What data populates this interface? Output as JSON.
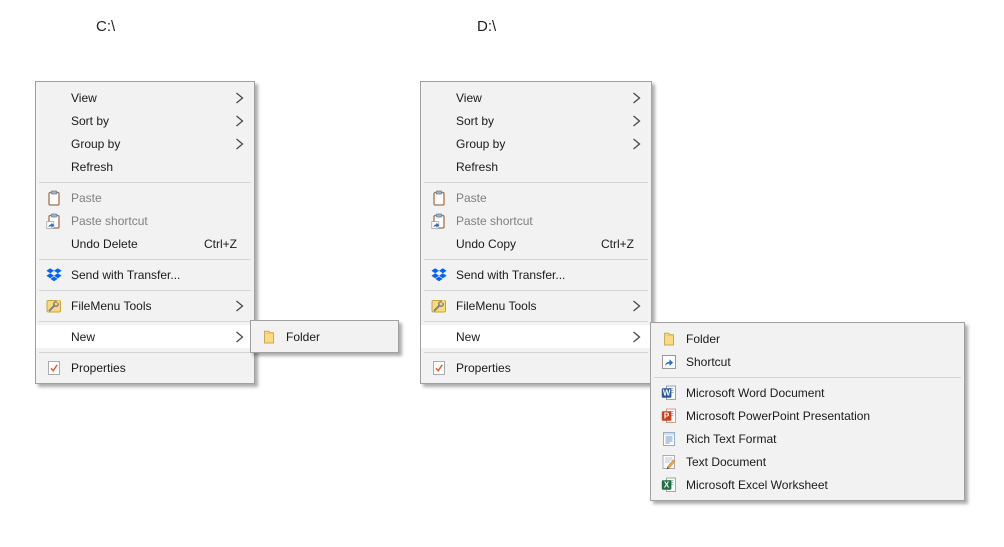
{
  "labels": {
    "c": "C:\\",
    "d": "D:\\"
  },
  "colors": {
    "menu_bg": "#f2f2f2",
    "menu_border": "#a0a0a0",
    "highlight_bg": "#ffffff",
    "text": "#1a1a1a",
    "disabled_text": "#7f7f7f",
    "separator": "#d4d4d4",
    "transfer_blue": "#0062ff",
    "word_blue": "#2b579a",
    "powerpoint_red": "#c8411f",
    "excel_green": "#1e7145",
    "folder_yellow": "#f8dc84"
  },
  "menus": {
    "c": {
      "items": [
        {
          "label": "View",
          "chevron": true
        },
        {
          "label": "Sort by",
          "chevron": true
        },
        {
          "label": "Group by",
          "chevron": true
        },
        {
          "label": "Refresh"
        },
        {
          "type": "separator"
        },
        {
          "label": "Paste",
          "icon": "paste-icon",
          "disabled": true
        },
        {
          "label": "Paste shortcut",
          "icon": "paste-shortcut-icon",
          "disabled": true
        },
        {
          "label": "Undo Delete",
          "shortcut": "Ctrl+Z"
        },
        {
          "type": "separator"
        },
        {
          "label": "Send with Transfer...",
          "icon": "transfer-icon"
        },
        {
          "type": "separator"
        },
        {
          "label": "FileMenu Tools",
          "icon": "filemenu-tools-icon",
          "chevron": true
        },
        {
          "type": "separator"
        },
        {
          "label": "New",
          "chevron": true,
          "highlighted": true
        },
        {
          "type": "separator"
        },
        {
          "label": "Properties",
          "icon": "properties-icon"
        }
      ]
    },
    "c_submenu": {
      "items": [
        {
          "label": "Folder",
          "icon": "folder-icon"
        }
      ]
    },
    "d": {
      "items": [
        {
          "label": "View",
          "chevron": true
        },
        {
          "label": "Sort by",
          "chevron": true
        },
        {
          "label": "Group by",
          "chevron": true
        },
        {
          "label": "Refresh"
        },
        {
          "type": "separator"
        },
        {
          "label": "Paste",
          "icon": "paste-icon",
          "disabled": true
        },
        {
          "label": "Paste shortcut",
          "icon": "paste-shortcut-icon",
          "disabled": true
        },
        {
          "label": "Undo Copy",
          "shortcut": "Ctrl+Z"
        },
        {
          "type": "separator"
        },
        {
          "label": "Send with Transfer...",
          "icon": "transfer-icon"
        },
        {
          "type": "separator"
        },
        {
          "label": "FileMenu Tools",
          "icon": "filemenu-tools-icon",
          "chevron": true
        },
        {
          "type": "separator"
        },
        {
          "label": "New",
          "chevron": true,
          "highlighted": true
        },
        {
          "type": "separator"
        },
        {
          "label": "Properties",
          "icon": "properties-icon"
        }
      ]
    },
    "d_submenu": {
      "items": [
        {
          "label": "Folder",
          "icon": "folder-icon"
        },
        {
          "label": "Shortcut",
          "icon": "shortcut-icon"
        },
        {
          "type": "separator"
        },
        {
          "label": "Microsoft Word Document",
          "icon": "word-icon"
        },
        {
          "label": "Microsoft PowerPoint Presentation",
          "icon": "powerpoint-icon"
        },
        {
          "label": "Rich Text Format",
          "icon": "rtf-icon"
        },
        {
          "label": "Text Document",
          "icon": "text-document-icon"
        },
        {
          "label": "Microsoft Excel Worksheet",
          "icon": "excel-icon"
        }
      ]
    }
  }
}
